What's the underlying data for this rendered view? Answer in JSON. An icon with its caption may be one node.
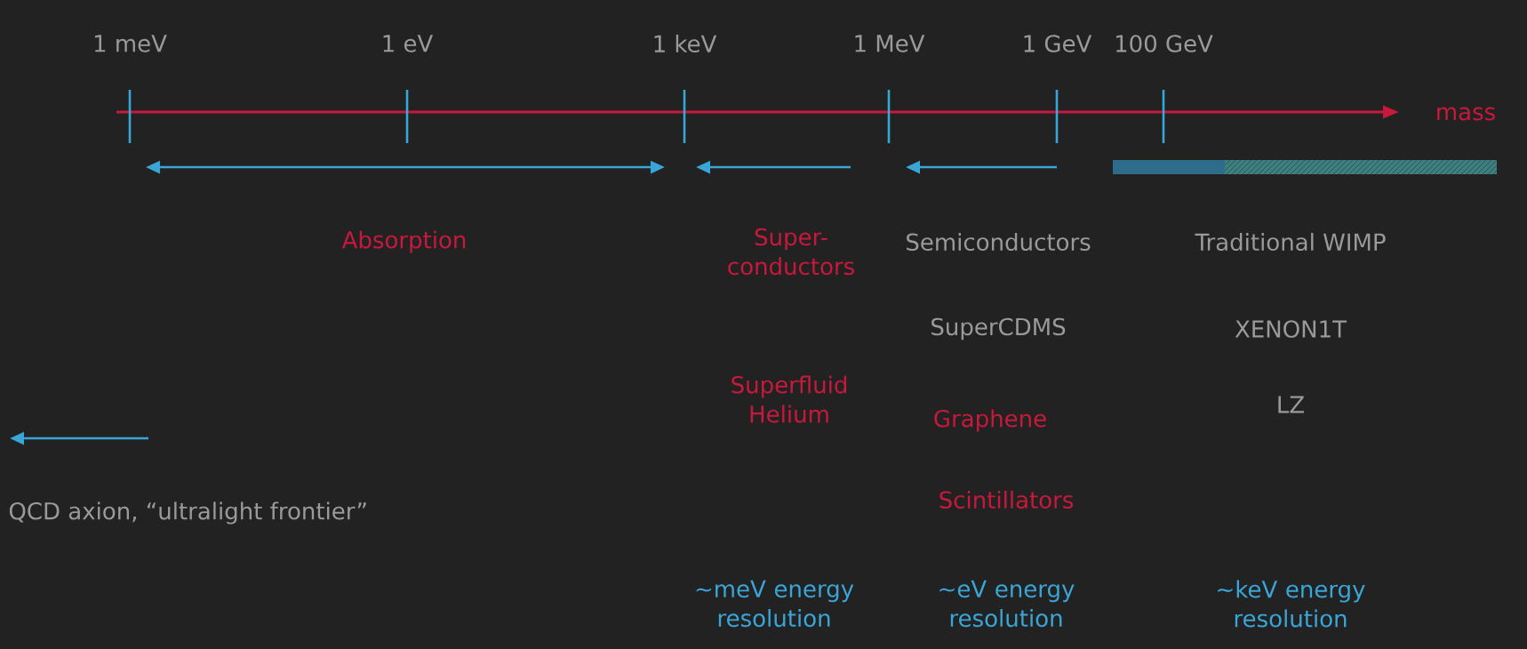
{
  "diagram": {
    "labels": [
      "1 meV",
      "1 eV",
      "1 keV",
      "1 MeV",
      "1 GeV",
      "100 GeV",
      "mass",
      "Absorption",
      "Super- conductors",
      "Semiconductors",
      "Traditional WIMP",
      "SuperCDMS",
      "XENON1T",
      "Superfluid Helium",
      "LZ",
      "Graphene",
      "QCD axion, “ultralight frontier”",
      "Scintillators",
      "~meV energy resolution",
      "~eV energy resolution",
      "~keV energy resolution"
    ]
  }
}
